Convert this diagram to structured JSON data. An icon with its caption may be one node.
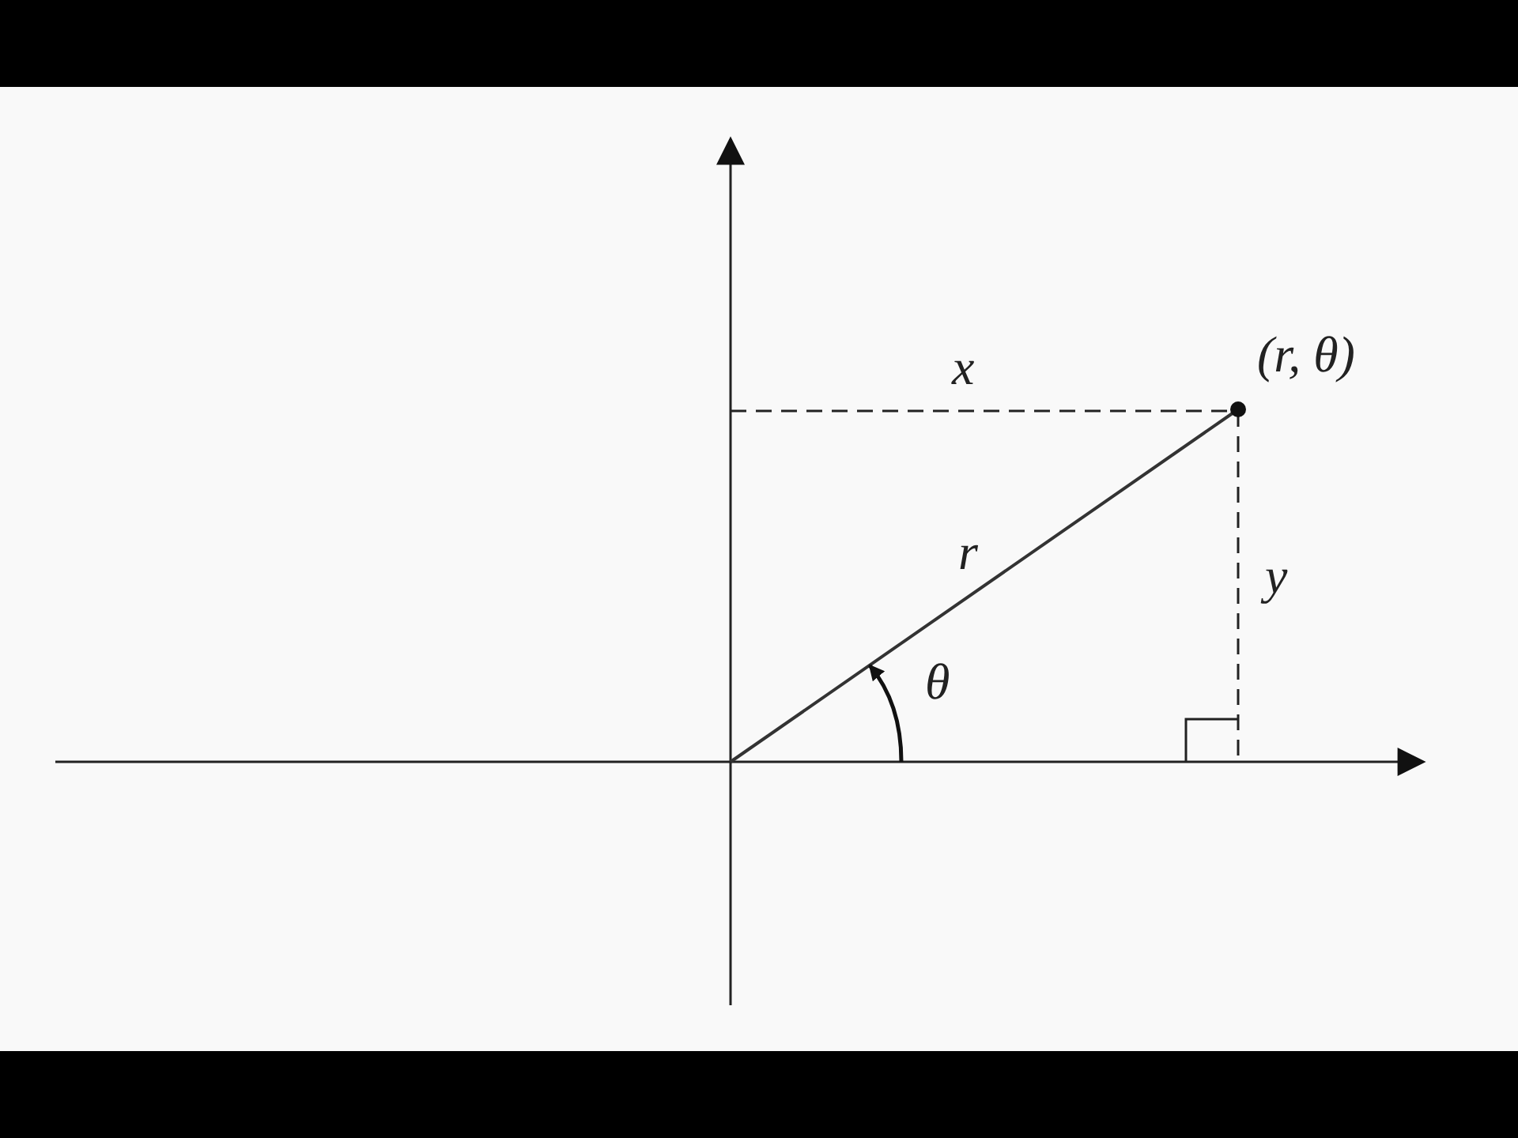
{
  "diagram": {
    "labels": [
      "(r, θ)",
      "x",
      "r",
      "y",
      "θ"
    ]
  }
}
